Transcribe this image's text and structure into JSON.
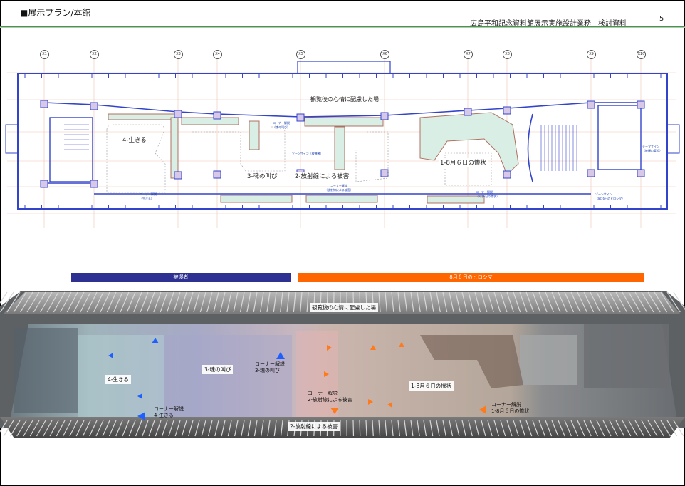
{
  "header": {
    "title": "■展示プラン/本館",
    "subtitle": "広島平和記念資料館展示実施設計業務　検討資料",
    "page_number": "5"
  },
  "plan": {
    "axes": [
      "X1",
      "X2",
      "X3",
      "X4",
      "X5",
      "X6",
      "X7",
      "X8",
      "X9",
      "X10"
    ],
    "labels": {
      "top_area": "観覧後の心情に配慮した場",
      "zone1": "1-8月６日の惨状",
      "zone2": "2-放射線による被害",
      "zone3": "3-魂の叫び",
      "zone4": "4-生きる"
    },
    "small_labels": {
      "corner3": "コーナー解説\n（魂の叫び）",
      "corner4": "コーナー解説\n（生きる）",
      "corner2": "コーナー解説\n（放射線による被害）",
      "corner1": "コーナー解説\n（8月6日の惨状）",
      "zonesign_victim": "ゾーンサイン（被爆者）",
      "zonesign_0806": "ゾーンサイン\n（8月6日のヒロシマ）",
      "theme_sign": "テーマサイン\n（被爆の実相）"
    }
  },
  "bands": {
    "victims": "被爆者",
    "hiroshima": "8月６日のヒロシマ"
  },
  "render": {
    "top_area": "観覧後の心情に配慮した場",
    "zone4": "4-生きる",
    "zone3": "3-魂の叫び",
    "zone2": "2-放射線による被害",
    "zone1": "1-8月６日の惨状",
    "corner4": "コーナー解説\n4-生きる",
    "corner3": "コーナー解説\n3-魂の叫び",
    "corner2": "コーナー解説\n2-放射線による被害",
    "corner1": "コーナー解説\n1-8月６日の惨状"
  },
  "colors": {
    "victims_band": "#2e3192",
    "hiroshima_band": "#ff6600",
    "plan_wall": "#3344cc",
    "header_rule": "#4f8f55"
  }
}
